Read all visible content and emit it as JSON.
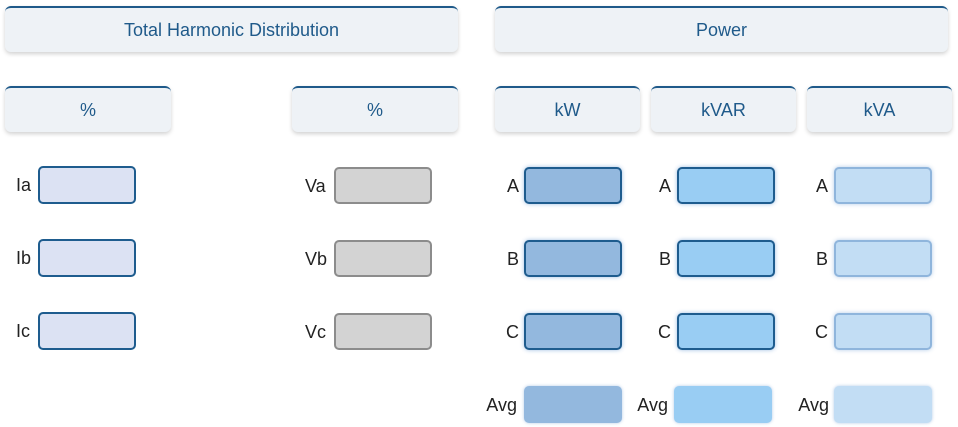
{
  "headers": {
    "thd": "Total Harmonic Distribution",
    "power": "Power"
  },
  "sub_headers": {
    "current_pct": "%",
    "voltage_pct": "%",
    "kw": "kW",
    "kvar": "kVAR",
    "kva": "kVA"
  },
  "thd_current": {
    "rows": [
      "Ia",
      "Ib",
      "Ic"
    ]
  },
  "thd_voltage": {
    "rows": [
      "Va",
      "Vb",
      "Vc"
    ]
  },
  "power_rows": [
    "A",
    "B",
    "C",
    "Avg"
  ],
  "colors": {
    "accent": "#1f5a8a",
    "header_bg": "#eef2f6",
    "thd_current_fill": "#dce2f3",
    "thd_voltage_fill": "#d3d3d3",
    "kw_fill": "#93b8de",
    "kvar_fill": "#99cdf3",
    "kva_fill": "#c2ddf4"
  }
}
